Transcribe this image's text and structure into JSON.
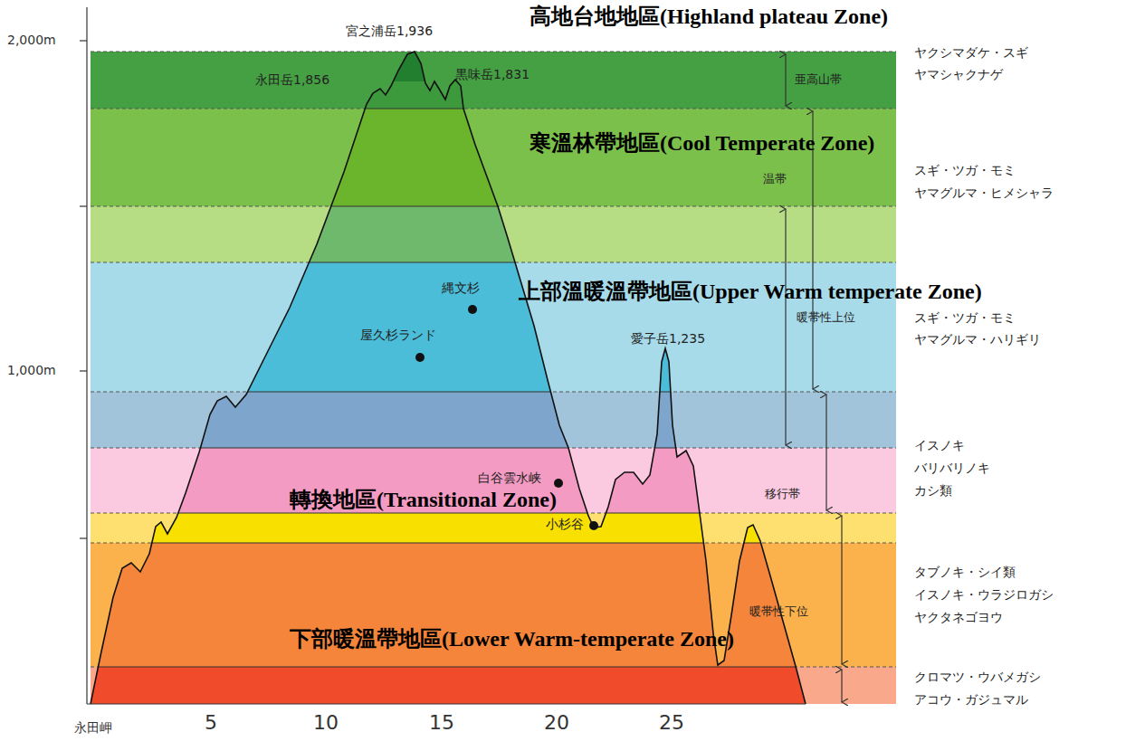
{
  "diagram": {
    "labels": [
      "2,000m",
      "1,000m",
      "永田岬",
      "5",
      "10",
      "15",
      "20",
      "25",
      "宮之浦岳1,936",
      "永田岳1,856",
      "黒味岳1,831",
      "縄文杉",
      "屋久杉ランド",
      "愛子岳1,235",
      "白谷雲水峡",
      "小杉谷",
      "亜高山帯",
      "温帯",
      "暖帯性上位",
      "移行帯",
      "暖帯性下位",
      "ヤクシマダケ・スギ",
      "ヤマシャクナゲ",
      "スギ・ツガ・モミ",
      "ヤマグルマ・ヒメシャラ",
      "スギ・ツガ・モミ",
      "ヤマグルマ・ハリギリ",
      "イスノキ",
      "バリバリノキ",
      "カシ類",
      "タブノキ・シイ類",
      "イスノキ・ウラジロガシ",
      "ヤクタネゴヨウ",
      "クロマツ・ウバメガシ",
      "アコウ・ガジュマル",
      "高地台地地區(Highland plateau Zone)",
      "寒溫林帶地區(Cool Temperate Zone)",
      "上部溫暖溫帶地區(Upper Warm temperate Zone)",
      "轉換地區(Transitional Zone)",
      "下部暖溫帶地區(Lower Warm-temperate Zone)"
    ]
  }
}
